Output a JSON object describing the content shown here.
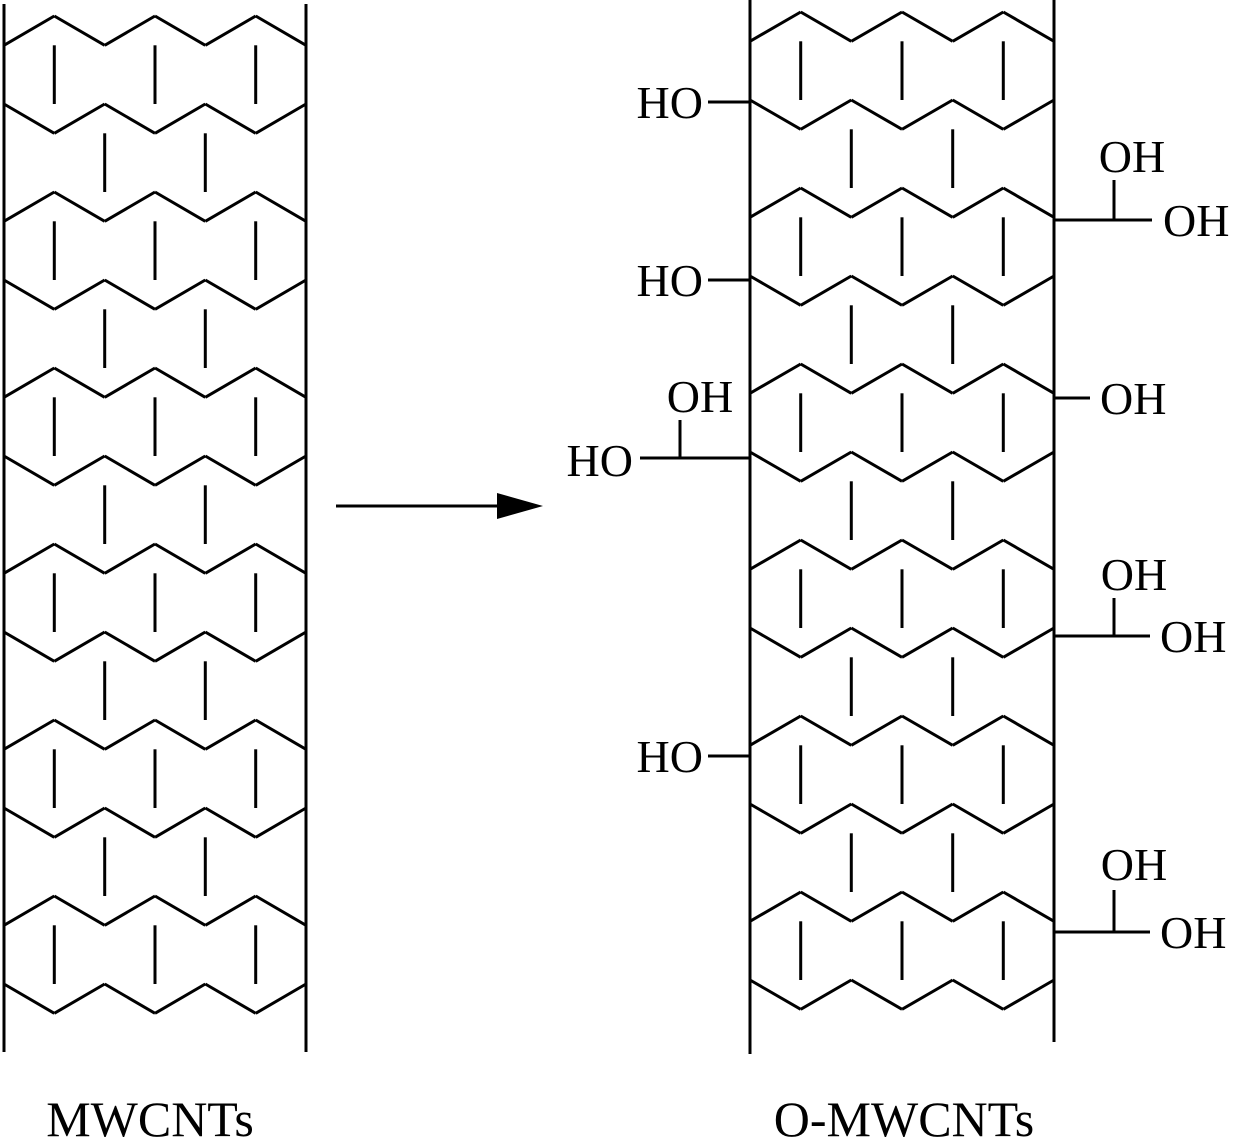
{
  "left_tube": {
    "caption": "MWCNTs"
  },
  "right_tube": {
    "caption": "O-MWCNTs",
    "groups": {
      "ho_1": "HO",
      "ho_2": "HO",
      "ho_3": "HO",
      "ho_4": "HO",
      "branch_left_oh": "OH",
      "branch_r1_top": "OH",
      "branch_r1_side": "OH",
      "single_r": "OH",
      "branch_r2_top": "OH",
      "branch_r2_side": "OH",
      "branch_r3_top": "OH",
      "branch_r3_side": "OH"
    }
  },
  "arrow": {
    "meaning": "reaction-arrow"
  }
}
